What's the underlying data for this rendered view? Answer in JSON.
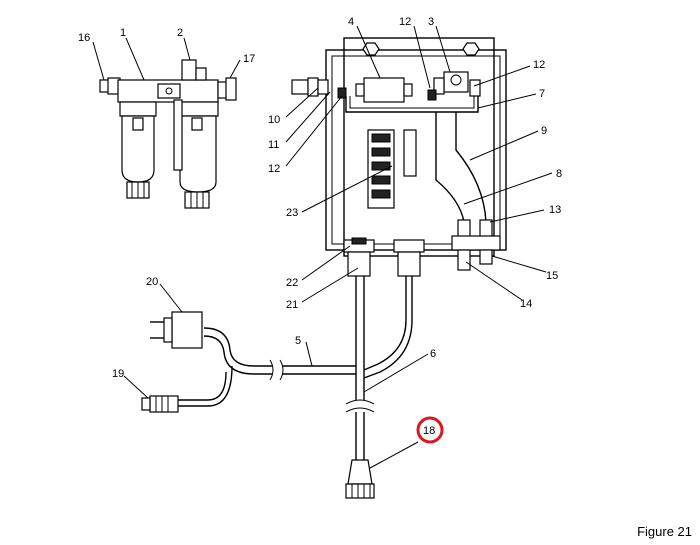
{
  "figure_label": "Figure 21",
  "callouts": [
    {
      "id": "c16",
      "text": "16"
    },
    {
      "id": "c1",
      "text": "1"
    },
    {
      "id": "c2",
      "text": "2"
    },
    {
      "id": "c17",
      "text": "17"
    },
    {
      "id": "c4",
      "text": "4"
    },
    {
      "id": "c12a",
      "text": "12"
    },
    {
      "id": "c3",
      "text": "3"
    },
    {
      "id": "c12b",
      "text": "12"
    },
    {
      "id": "c7",
      "text": "7"
    },
    {
      "id": "c10",
      "text": "10"
    },
    {
      "id": "c11",
      "text": "11"
    },
    {
      "id": "c12c",
      "text": "12"
    },
    {
      "id": "c9",
      "text": "9"
    },
    {
      "id": "c8",
      "text": "8"
    },
    {
      "id": "c23",
      "text": "23"
    },
    {
      "id": "c13",
      "text": "13"
    },
    {
      "id": "c22",
      "text": "22"
    },
    {
      "id": "c15",
      "text": "15"
    },
    {
      "id": "c21",
      "text": "21"
    },
    {
      "id": "c14",
      "text": "14"
    },
    {
      "id": "c20",
      "text": "20"
    },
    {
      "id": "c5",
      "text": "5"
    },
    {
      "id": "c6",
      "text": "6"
    },
    {
      "id": "c19",
      "text": "19"
    },
    {
      "id": "c18",
      "text": "18"
    }
  ],
  "highlight_color": "#d9191c"
}
